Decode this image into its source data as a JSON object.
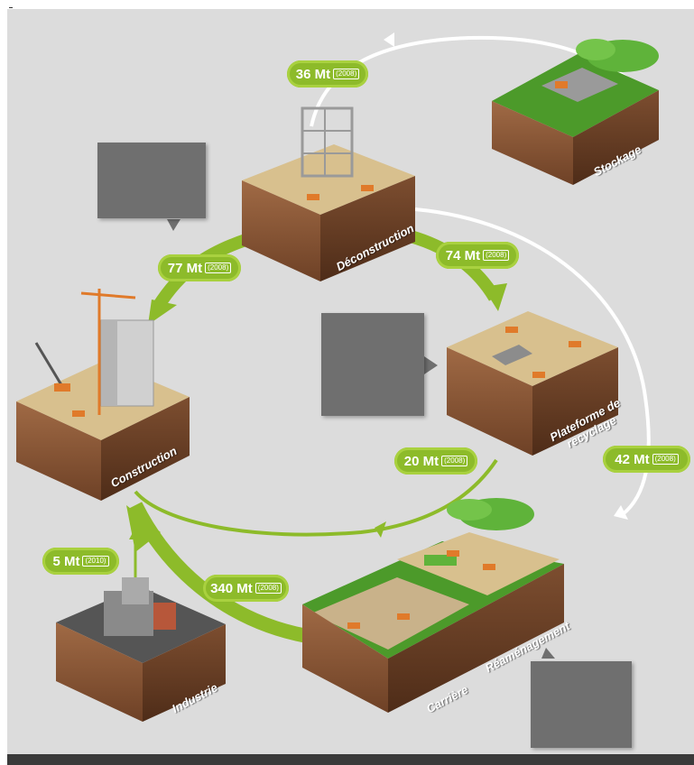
{
  "stations": {
    "stockage": "Stockage",
    "deconstruction": "Déconstruction",
    "plateforme": "Plateforme de recyclage",
    "construction": "Construction",
    "carriere": "Carrière",
    "reamenagement": "Réaménagement",
    "industrie": "Industrie"
  },
  "flows": {
    "f36": {
      "value": "36 Mt",
      "year": "(2008)"
    },
    "f77": {
      "value": "77 Mt",
      "year": "(2008)"
    },
    "f74": {
      "value": "74 Mt",
      "year": "(2008)"
    },
    "f20": {
      "value": "20 Mt",
      "year": "(2008)"
    },
    "f42": {
      "value": "42 Mt",
      "year": "(2008)"
    },
    "f5": {
      "value": "5 Mt",
      "year": "(2010)"
    },
    "f340": {
      "value": "340 Mt",
      "year": "(2008)"
    }
  },
  "colors": {
    "flow_green": "#8dbb2a",
    "flow_white": "#ffffff",
    "soil": "#8a5a3c",
    "grass": "#4c9a2a",
    "sand": "#d8c08e",
    "note_bg": "#6f6f6f"
  }
}
